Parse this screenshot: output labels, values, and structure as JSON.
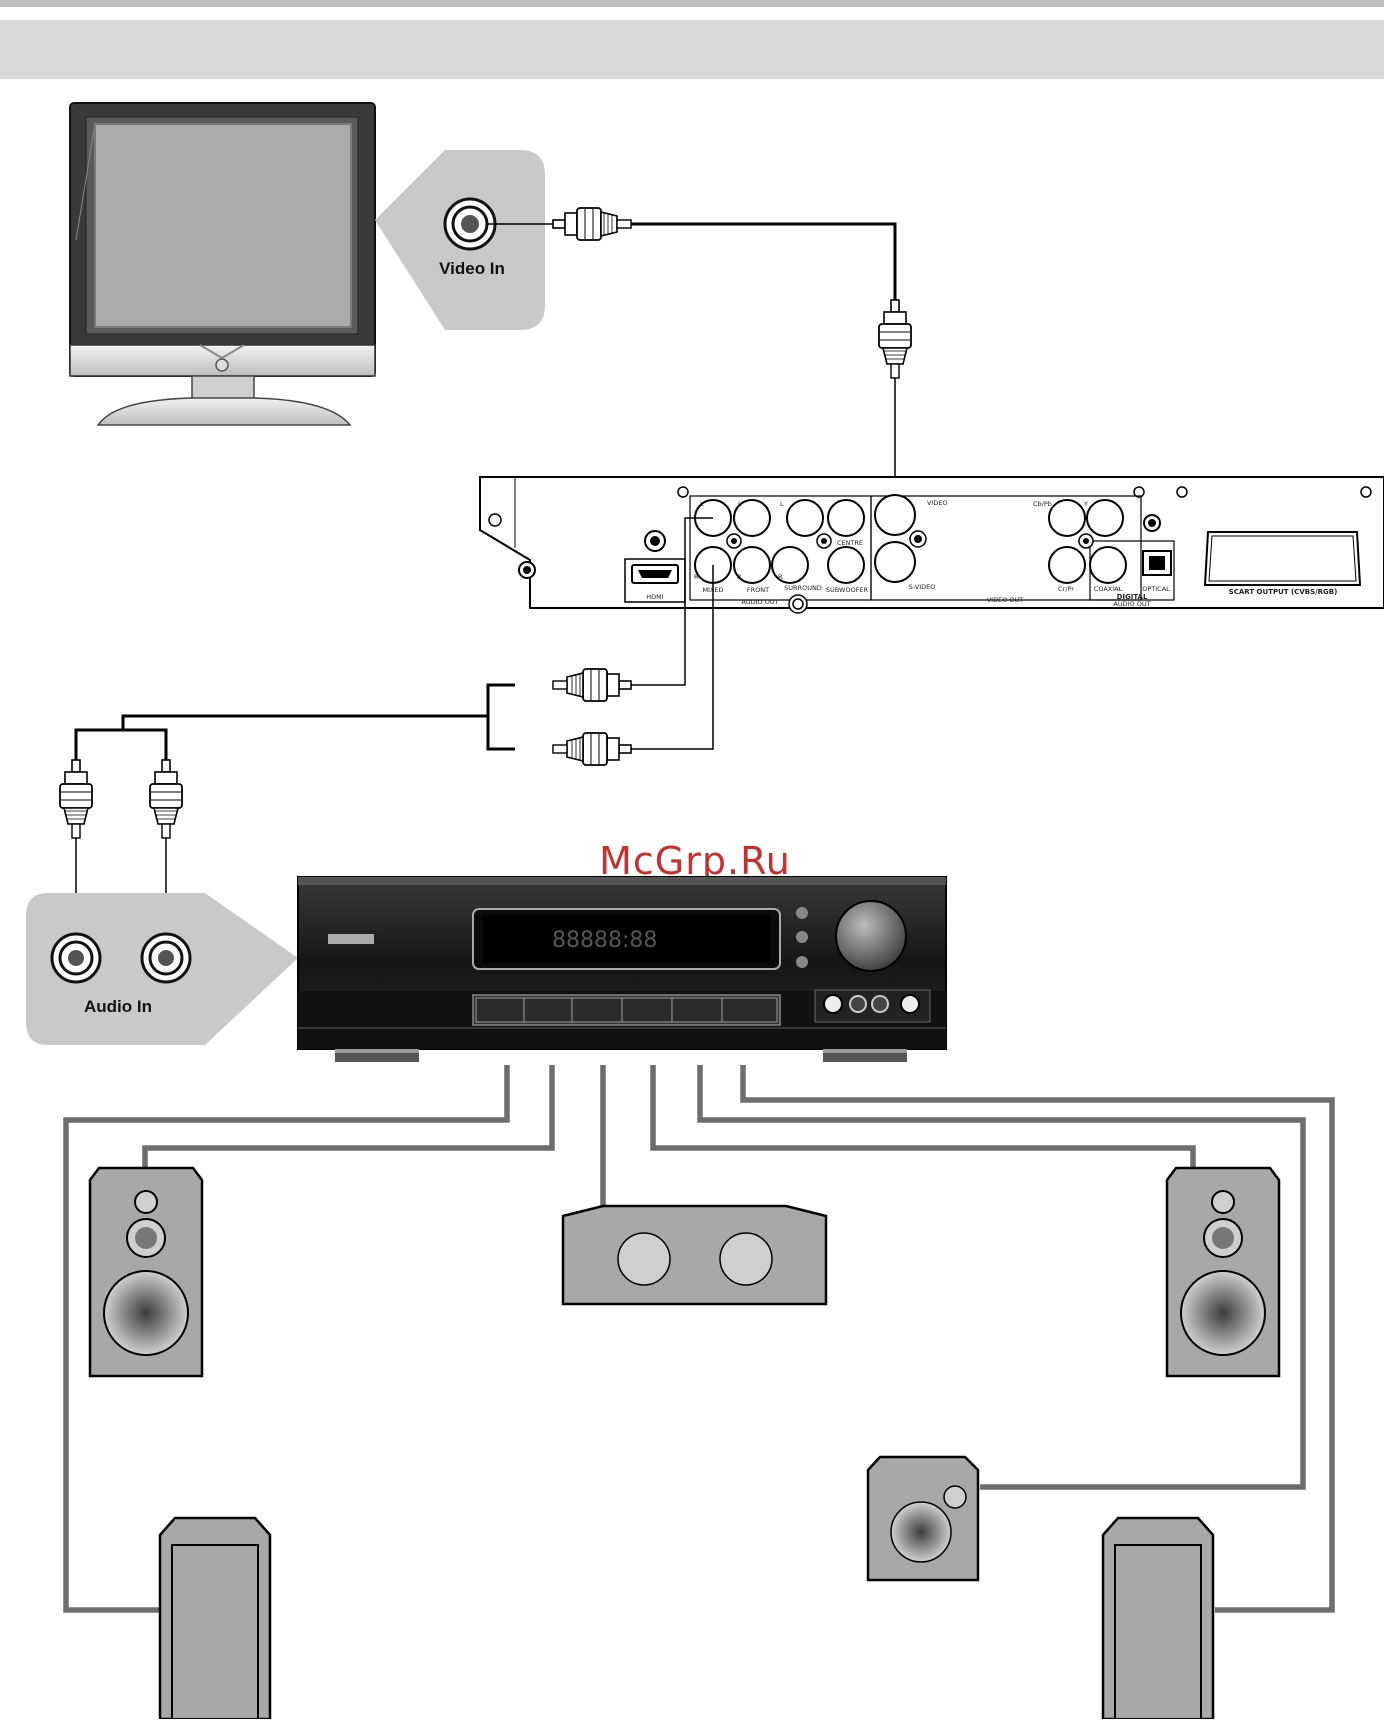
{
  "tv": {
    "jack_label": "Video In"
  },
  "receiver": {
    "jack_label": "Audio In",
    "display": "88888:88"
  },
  "watermark": "McGrp.Ru",
  "player": {
    "hdmi": "HDMI",
    "audio_l_1": "L",
    "audio_l_2": "L",
    "audio_l_3": "L",
    "audio_r_1": "R",
    "audio_r_2": "R",
    "audio_r_3": "R",
    "mixed": "MIXED",
    "front": "FRONT",
    "surround": "SURROUND",
    "centre": "CENTRE",
    "subwoofer": "SUBWOOFER",
    "audio_out": "AUDIO OUT",
    "video": "VIDEO",
    "s_video": "S-VIDEO",
    "video_out": "VIDEO OUT",
    "cb_pb": "Cb/Pb",
    "y": "Y",
    "cr_pr": "Cr/Pr",
    "coaxial": "COAXIAL",
    "optical": "OPTICAL",
    "digital": "DIGITAL",
    "digital_audio_out": "AUDIO OUT",
    "scart": "SCART OUTPUT (CVBS/RGB)"
  },
  "colors": {
    "header": "#d9d9d9",
    "topline": "#bdbdbd",
    "speaker_wire": "#6e6e6e",
    "speaker_body": "#a8a8a8",
    "receiver_body": "#1c1c1c",
    "callout": "#c9c9c9"
  }
}
